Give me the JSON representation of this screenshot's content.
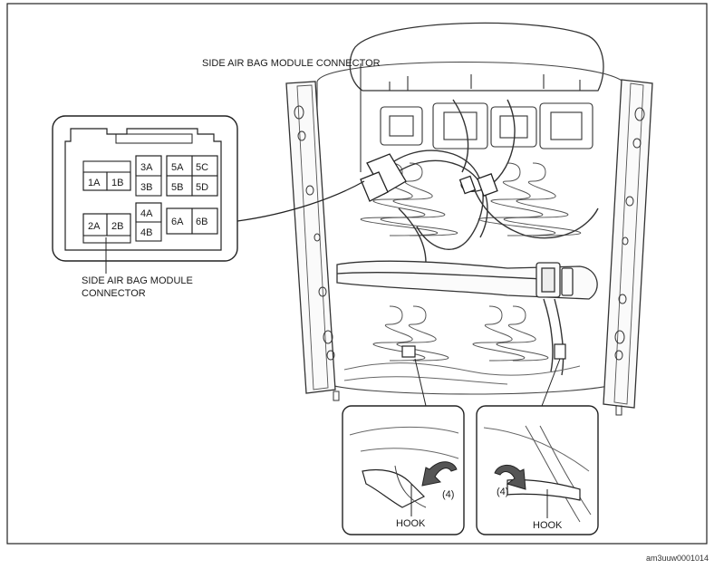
{
  "labels": {
    "connector_top": "SIDE AIR BAG MODULE CONNECTOR",
    "connector_inset_line1": "SIDE AIR BAG MODULE",
    "connector_inset_line2": "CONNECTOR",
    "hook_left": "HOOK",
    "hook_right": "HOOK",
    "count_left": "(4)",
    "count_right": "(4)"
  },
  "connector_cells": [
    "1A",
    "1B",
    "3A",
    "3B",
    "5A",
    "5C",
    "5B",
    "5D",
    "2A",
    "2B",
    "4A",
    "4B",
    "6A",
    "6B"
  ],
  "reference_code": "am3uuw0001014"
}
